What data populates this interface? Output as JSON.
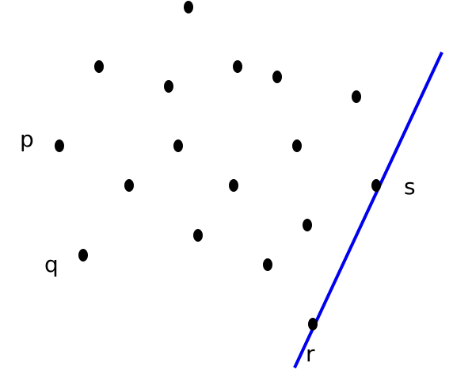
{
  "diagram": {
    "points": [
      {
        "name": "dot-1"
      },
      {
        "name": "dot-2"
      },
      {
        "name": "dot-3"
      },
      {
        "name": "dot-4"
      },
      {
        "name": "dot-5"
      },
      {
        "name": "dot-6"
      },
      {
        "name": "dot-p"
      },
      {
        "name": "dot-7"
      },
      {
        "name": "dot-8"
      },
      {
        "name": "dot-9"
      },
      {
        "name": "dot-10"
      },
      {
        "name": "dot-s"
      },
      {
        "name": "dot-11"
      },
      {
        "name": "dot-q"
      },
      {
        "name": "dot-12"
      },
      {
        "name": "dot-13"
      },
      {
        "name": "dot-r"
      }
    ],
    "labels": {
      "p": "p",
      "q": "q",
      "r": "r",
      "s": "s"
    },
    "line": {
      "color": "#0000ee"
    },
    "point_color": "#000000"
  }
}
